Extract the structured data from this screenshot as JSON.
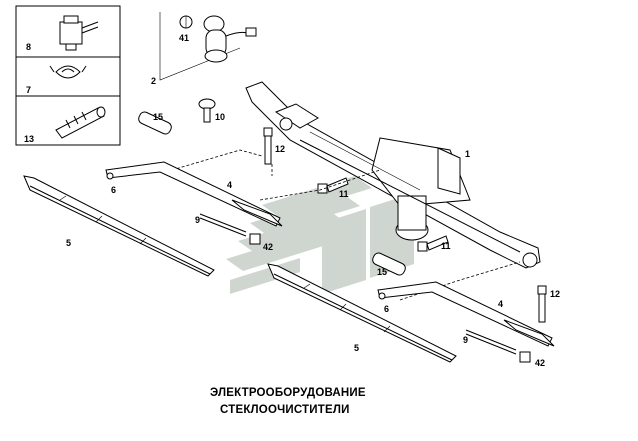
{
  "caption": {
    "line1": "ЭЛЕКТРООБОРУДОВАНИЕ",
    "line2": "СТЕКЛООЧИСТИТЕЛИ"
  },
  "callouts": {
    "c8": "8",
    "c7": "7",
    "c13": "13",
    "c41": "41",
    "c2": "2",
    "c15a": "15",
    "c10": "10",
    "c12a": "12",
    "c1": "1",
    "c6a": "6",
    "c4a": "4",
    "c11a": "11",
    "c9a": "9",
    "c42a": "42",
    "c5a": "5",
    "c11b": "11",
    "c15b": "15",
    "c6b": "6",
    "c4b": "4",
    "c12b": "12",
    "c9b": "9",
    "c5b": "5",
    "c42b": "42"
  },
  "colors": {
    "ink": "#000000",
    "watermark": "#cfd6cf",
    "paper": "#ffffff"
  }
}
